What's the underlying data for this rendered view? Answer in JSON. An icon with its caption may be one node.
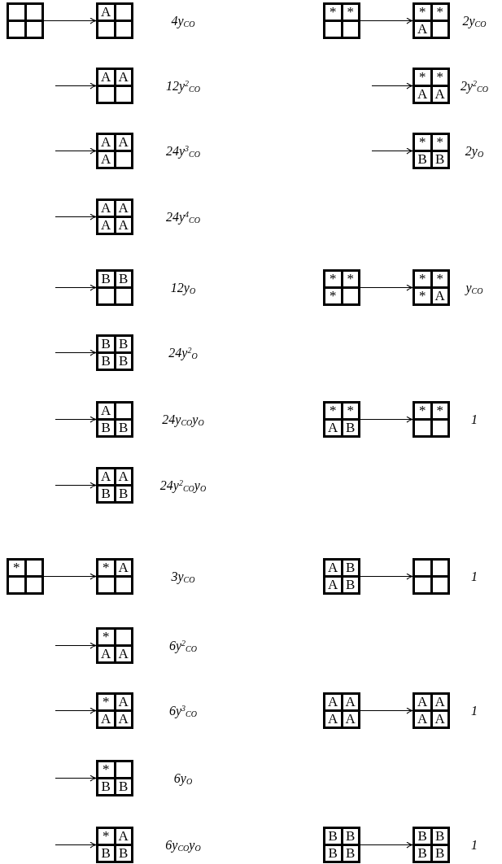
{
  "diagram": {
    "nodes": [
      {
        "text": [],
        "shape": "box"
      },
      {
        "text": [],
        "shape": "box",
        "in": 0
      },
      {
        "text": [],
        "shape": "box",
        "in": 0
      },
      {
        "text": [],
        "shape": "box",
        "in": 0
      },
      {
        "text": [],
        "shape": "box",
        "in": 0
      },
      {
        "text": [],
        "shape": "box",
        "beside": [
          "4y$_{CO}$"
        ]
      },
      {
        "text": [
          "A"
        ],
        "in": 5
      },
      {
        "text": [],
        "shape": "box",
        "in": 5
      },
      {
        "text": [],
        "shape": "box",
        "in": 5
      },
      {
        "text": [],
        "shape": "box",
        "in": 5
      },
      {
        "text": [],
        "shape": "box"
      },
      {
        "text": [
          "*"
        ],
        "in": 10
      },
      {
        "text": [
          "*"
        ],
        "in": 10
      },
      {
        "text": [],
        "shape": "box",
        "in": 10
      },
      {
        "text": [],
        "shape": "box",
        "in": 10
      },
      {
        "text": [],
        "shape": "box",
        "beside": [
          "2y$_{CO}$"
        ]
      },
      {
        "text": [
          "*"
        ],
        "in": 15
      },
      {
        "text": [
          "*"
        ],
        "in": 15
      },
      {
        "text": [
          "A"
        ],
        "in": 15
      },
      {
        "text": [],
        "shape": "box",
        "in": 15
      },
      {
        "text": [],
        "shape": "box",
        "beside": [
          "12y$^{2}$$_{CO}$"
        ]
      },
      {
        "text": [
          "A"
        ],
        "in": 20
      },
      {
        "text": [
          "A"
        ],
        "in": 20
      },
      {
        "text": [],
        "shape": "box",
        "in": 20
      },
      {
        "text": [],
        "shape": "box",
        "in": 20
      },
      {
        "text": [],
        "shape": "box",
        "beside": [
          "2y$^{2}$$_{CO}$"
        ]
      },
      {
        "text": [
          "*"
        ],
        "in": 25
      },
      {
        "text": [
          "*"
        ],
        "in": 25
      },
      {
        "text": [
          "A"
        ],
        "in": 25
      },
      {
        "text": [
          "A"
        ],
        "in": 25
      },
      {
        "text": [],
        "shape": "box",
        "beside": [
          "24y$^{3}$$_{CO}$"
        ]
      },
      {
        "text": [
          "A"
        ],
        "in": 30
      },
      {
        "text": [
          "A"
        ],
        "in": 30
      },
      {
        "text": [
          "A"
        ],
        "in": 30
      },
      {
        "text": [],
        "shape": "box",
        "in": 30
      },
      {
        "text": [],
        "shape": "box",
        "beside": [
          "2y$_{O}$"
        ]
      },
      {
        "text": [
          "*"
        ],
        "in": 35
      },
      {
        "text": [
          "*"
        ],
        "in": 35
      },
      {
        "text": [
          "B"
        ],
        "in": 35
      },
      {
        "text": [
          "B"
        ],
        "in": 35
      },
      {
        "text": [],
        "shape": "box",
        "beside": [
          "24y$^{4}$$_{CO}$"
        ]
      },
      {
        "text": [
          "A"
        ],
        "in": 40
      },
      {
        "text": [
          "A"
        ],
        "in": 40
      },
      {
        "text": [
          "A"
        ],
        "in": 40
      },
      {
        "text": [
          "A"
        ],
        "in": 40
      },
      {
        "text": [],
        "shape": "box",
        "beside": [
          "12y$_{O}$"
        ]
      },
      {
        "text": [
          "B"
        ],
        "in": 45
      },
      {
        "text": [
          "B"
        ],
        "in": 45
      },
      {
        "text": [],
        "shape": "box",
        "in": 45
      },
      {
        "text": [],
        "shape": "box",
        "in": 45
      },
      {
        "text": [],
        "shape": "box"
      },
      {
        "text": [
          "*"
        ],
        "in": 50
      },
      {
        "text": [
          "*"
        ],
        "in": 50
      },
      {
        "text": [
          "*"
        ],
        "in": 50
      },
      {
        "text": [],
        "shape": "box",
        "in": 50
      },
      {
        "text": [],
        "shape": "box",
        "beside": [
          "y$_{CO}$"
        ]
      },
      {
        "text": [
          "*"
        ],
        "in": 55
      },
      {
        "text": [
          "*"
        ],
        "in": 55
      },
      {
        "text": [
          "*"
        ],
        "in": 55
      },
      {
        "text": [
          "A"
        ],
        "in": 55
      },
      {
        "text": [],
        "shape": "box",
        "beside": [
          "24y$^{2}$$_{O}$"
        ]
      },
      {
        "text": [
          "B"
        ],
        "in": 60
      },
      {
        "text": [
          "B"
        ],
        "in": 60
      },
      {
        "text": [
          "B"
        ],
        "in": 60
      },
      {
        "text": [
          "B"
        ],
        "in": 60
      },
      {
        "text": [],
        "shape": "box",
        "beside": [
          "24y$_{CO}$y$_{O}$"
        ]
      },
      {
        "text": [
          "A"
        ],
        "in": 65
      },
      {
        "text": [],
        "shape": "box",
        "in": 65
      },
      {
        "text": [
          "B"
        ],
        "in": 65
      },
      {
        "text": [
          "B"
        ],
        "in": 65
      },
      {
        "text": [],
        "shape": "box"
      },
      {
        "text": [
          "*"
        ],
        "in": 70
      },
      {
        "text": [
          "*"
        ],
        "in": 70
      },
      {
        "text": [
          "A"
        ],
        "in": 70
      },
      {
        "text": [
          "B"
        ],
        "in": 70
      },
      {
        "text": [],
        "shape": "box",
        "beside": [
          "1"
        ]
      },
      {
        "text": [
          "*"
        ],
        "in": 75
      },
      {
        "text": [
          "*"
        ],
        "in": 75
      },
      {
        "text": [],
        "shape": "box",
        "in": 75
      },
      {
        "text": [],
        "shape": "box",
        "in": 75
      },
      {
        "text": [],
        "shape": "box",
        "beside": [
          "24y$^{2}$$_{CO}$y$_{O}$"
        ]
      },
      {
        "text": [
          "A"
        ],
        "in": 80
      },
      {
        "text": [
          "A"
        ],
        "in": 80
      },
      {
        "text": [
          "B"
        ],
        "in": 80
      },
      {
        "text": [
          "B"
        ],
        "in": 80
      },
      {
        "text": [],
        "shape": "box"
      },
      {
        "text": [
          "*"
        ],
        "in": 85
      },
      {
        "text": [],
        "shape": "box",
        "in": 85
      },
      {
        "text": [],
        "shape": "box",
        "in": 85
      },
      {
        "text": [],
        "shape": "box",
        "in": 85
      },
      {
        "text": [],
        "shape": "box",
        "beside": [
          "3y$_{CO}$"
        ]
      },
      {
        "text": [
          "*"
        ],
        "in": 90
      },
      {
        "text": [
          "A"
        ],
        "in": 90
      },
      {
        "text": [],
        "shape": "box",
        "in": 90
      },
      {
        "text": [],
        "shape": "box",
        "in": 90
      },
      {
        "text": [],
        "shape": "box"
      },
      {
        "text": [
          "A"
        ],
        "in": 95
      },
      {
        "text": [
          "B"
        ],
        "in": 95
      },
      {
        "text": [
          "A"
        ],
        "in": 95
      },
      {
        "text": [
          "B"
        ],
        "in": 95
      },
      {
        "text": [],
        "shape": "box",
        "beside": [
          "1"
        ]
      },
      {
        "text": [],
        "shape": "box",
        "in": 100
      },
      {
        "text": [],
        "shape": "box",
        "in": 100
      },
      {
        "text": [],
        "shape": "box",
        "in": 100
      },
      {
        "text": [],
        "shape": "box",
        "in": 100
      },
      {
        "text": [],
        "shape": "box",
        "beside": [
          "6y$^{2}$$_{CO}$"
        ]
      },
      {
        "text": [
          "*"
        ],
        "in": 105
      },
      {
        "text": [],
        "shape": "box",
        "in": 105
      },
      {
        "text": [
          "A"
        ],
        "in": 105
      },
      {
        "text": [
          "A"
        ],
        "in": 105
      },
      {
        "text": [],
        "shape": "box",
        "beside": [
          "6y$^{3}$$_{CO}$"
        ]
      },
      {
        "text": [
          "*"
        ],
        "in": 110
      },
      {
        "text": [
          "A"
        ],
        "in": 110
      },
      {
        "text": [
          "A"
        ],
        "in": 110
      },
      {
        "text": [
          "A"
        ],
        "in": 110
      },
      {
        "text": [],
        "shape": "box"
      },
      {
        "text": [
          "A"
        ],
        "in": 115
      },
      {
        "text": [
          "A"
        ],
        "in": 115
      },
      {
        "text": [
          "A"
        ],
        "in": 115
      },
      {
        "text": [
          "A"
        ],
        "in": 115
      },
      {
        "text": [],
        "shape": "box",
        "beside": [
          "1"
        ]
      },
      {
        "text": [
          "A"
        ],
        "in": 120
      },
      {
        "text": [
          "A"
        ],
        "in": 120
      },
      {
        "text": [
          "A"
        ],
        "in": 120
      },
      {
        "text": [
          "A"
        ],
        "in": 120
      },
      {
        "text": [],
        "shape": "box",
        "beside": [
          "6y$_{O}$"
        ]
      },
      {
        "text": [
          "*"
        ],
        "in": 125
      },
      {
        "text": [],
        "shape": "box",
        "in": 125
      },
      {
        "text": [
          "B"
        ],
        "in": 125
      },
      {
        "text": [
          "B"
        ],
        "in": 125
      },
      {
        "text": [],
        "shape": "box",
        "beside": [
          "6y$_{CO}$y$_{O}$"
        ]
      },
      {
        "text": [
          "*"
        ],
        "in": 130
      },
      {
        "text": [
          "A"
        ],
        "in": 130
      },
      {
        "text": [
          "B"
        ],
        "in": 130
      },
      {
        "text": [
          "B"
        ],
        "in": 130
      },
      {
        "text": [],
        "shape": "box"
      },
      {
        "text": [
          "B"
        ],
        "in": 135
      },
      {
        "text": [
          "B"
        ],
        "in": 135
      },
      {
        "text": [
          "B"
        ],
        "in": 135
      },
      {
        "text": [
          "B"
        ],
        "in": 135
      },
      {
        "text": [],
        "shape": "box",
        "beside": [
          "1"
        ]
      },
      {
        "text": [
          "B"
        ],
        "in": 140
      },
      {
        "text": [
          "B"
        ],
        "in": 140
      },
      {
        "text": [
          "B"
        ],
        "in": 140
      },
      {
        "text": [
          "B"
        ],
        "in": 140
      }
    ],
    "edges": [
      {
        "from": 0,
        "to": 5,
        "arrow": "to"
      },
      {
        "from": 10,
        "to": 15,
        "arrow": "to"
      },
      {
        "from": null,
        "to": 20,
        "arrow": "to"
      },
      {
        "from": null,
        "to": 25,
        "arrow": "to"
      },
      {
        "from": null,
        "to": 30,
        "arrow": "to"
      },
      {
        "from": null,
        "to": 35,
        "arrow": "to"
      },
      {
        "from": null,
        "to": 40,
        "arrow": "to"
      },
      {
        "from": null,
        "to": 45,
        "arrow": "to"
      },
      {
        "from": 50,
        "to": 55,
        "arrow": "to"
      },
      {
        "from": null,
        "to": 60,
        "arrow": "to"
      },
      {
        "from": null,
        "to": 65,
        "arrow": "to"
      },
      {
        "from": 70,
        "to": 75,
        "arrow": "to"
      },
      {
        "from": null,
        "to": 80,
        "arrow": "to"
      },
      {
        "from": 85,
        "to": 90,
        "arrow": "to"
      },
      {
        "from": 95,
        "to": 100,
        "arrow": "to"
      },
      {
        "from": null,
        "to": 105,
        "arrow": "to"
      },
      {
        "from": null,
        "to": 110,
        "arrow": "to"
      },
      {
        "from": 115,
        "to": 120,
        "arrow": "to"
      },
      {
        "from": null,
        "to": 125,
        "arrow": "to"
      },
      {
        "from": null,
        "to": 130,
        "arrow": "to"
      },
      {
        "from": 135,
        "to": 140,
        "arrow": "to"
      }
    ]
  }
}
